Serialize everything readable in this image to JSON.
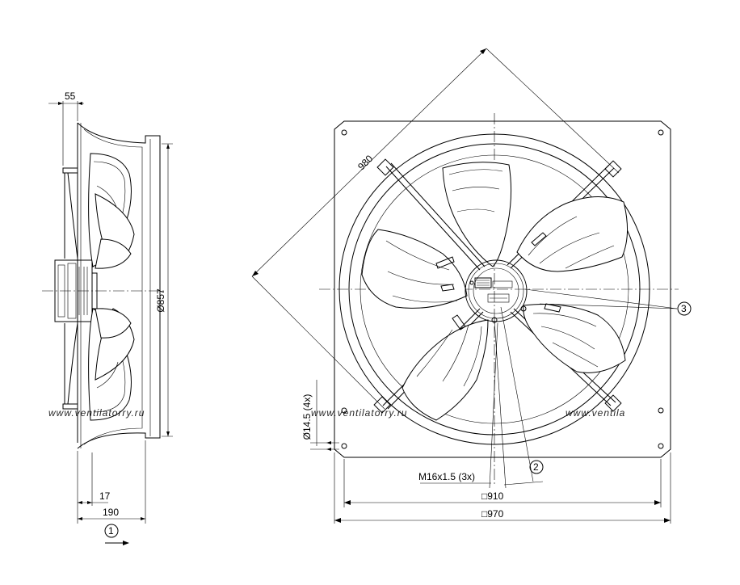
{
  "watermark": {
    "text_1": "www.ventilatorry.ru",
    "text_2": "www.ventilatorry.ru",
    "text_3": "www.ventila"
  },
  "side_view": {
    "dim_top": "55",
    "dim_diameter": "Ø857",
    "dim_17": "17",
    "dim_190": "190",
    "callout": "1"
  },
  "front_view": {
    "dim_diagonal": "980",
    "dim_holes": "Ø14.5 (4x)",
    "dim_thread": "M16x1.5 (3x)",
    "dim_910": "□910",
    "dim_970": "□970",
    "callout_2": "2",
    "callout_3": "3"
  }
}
